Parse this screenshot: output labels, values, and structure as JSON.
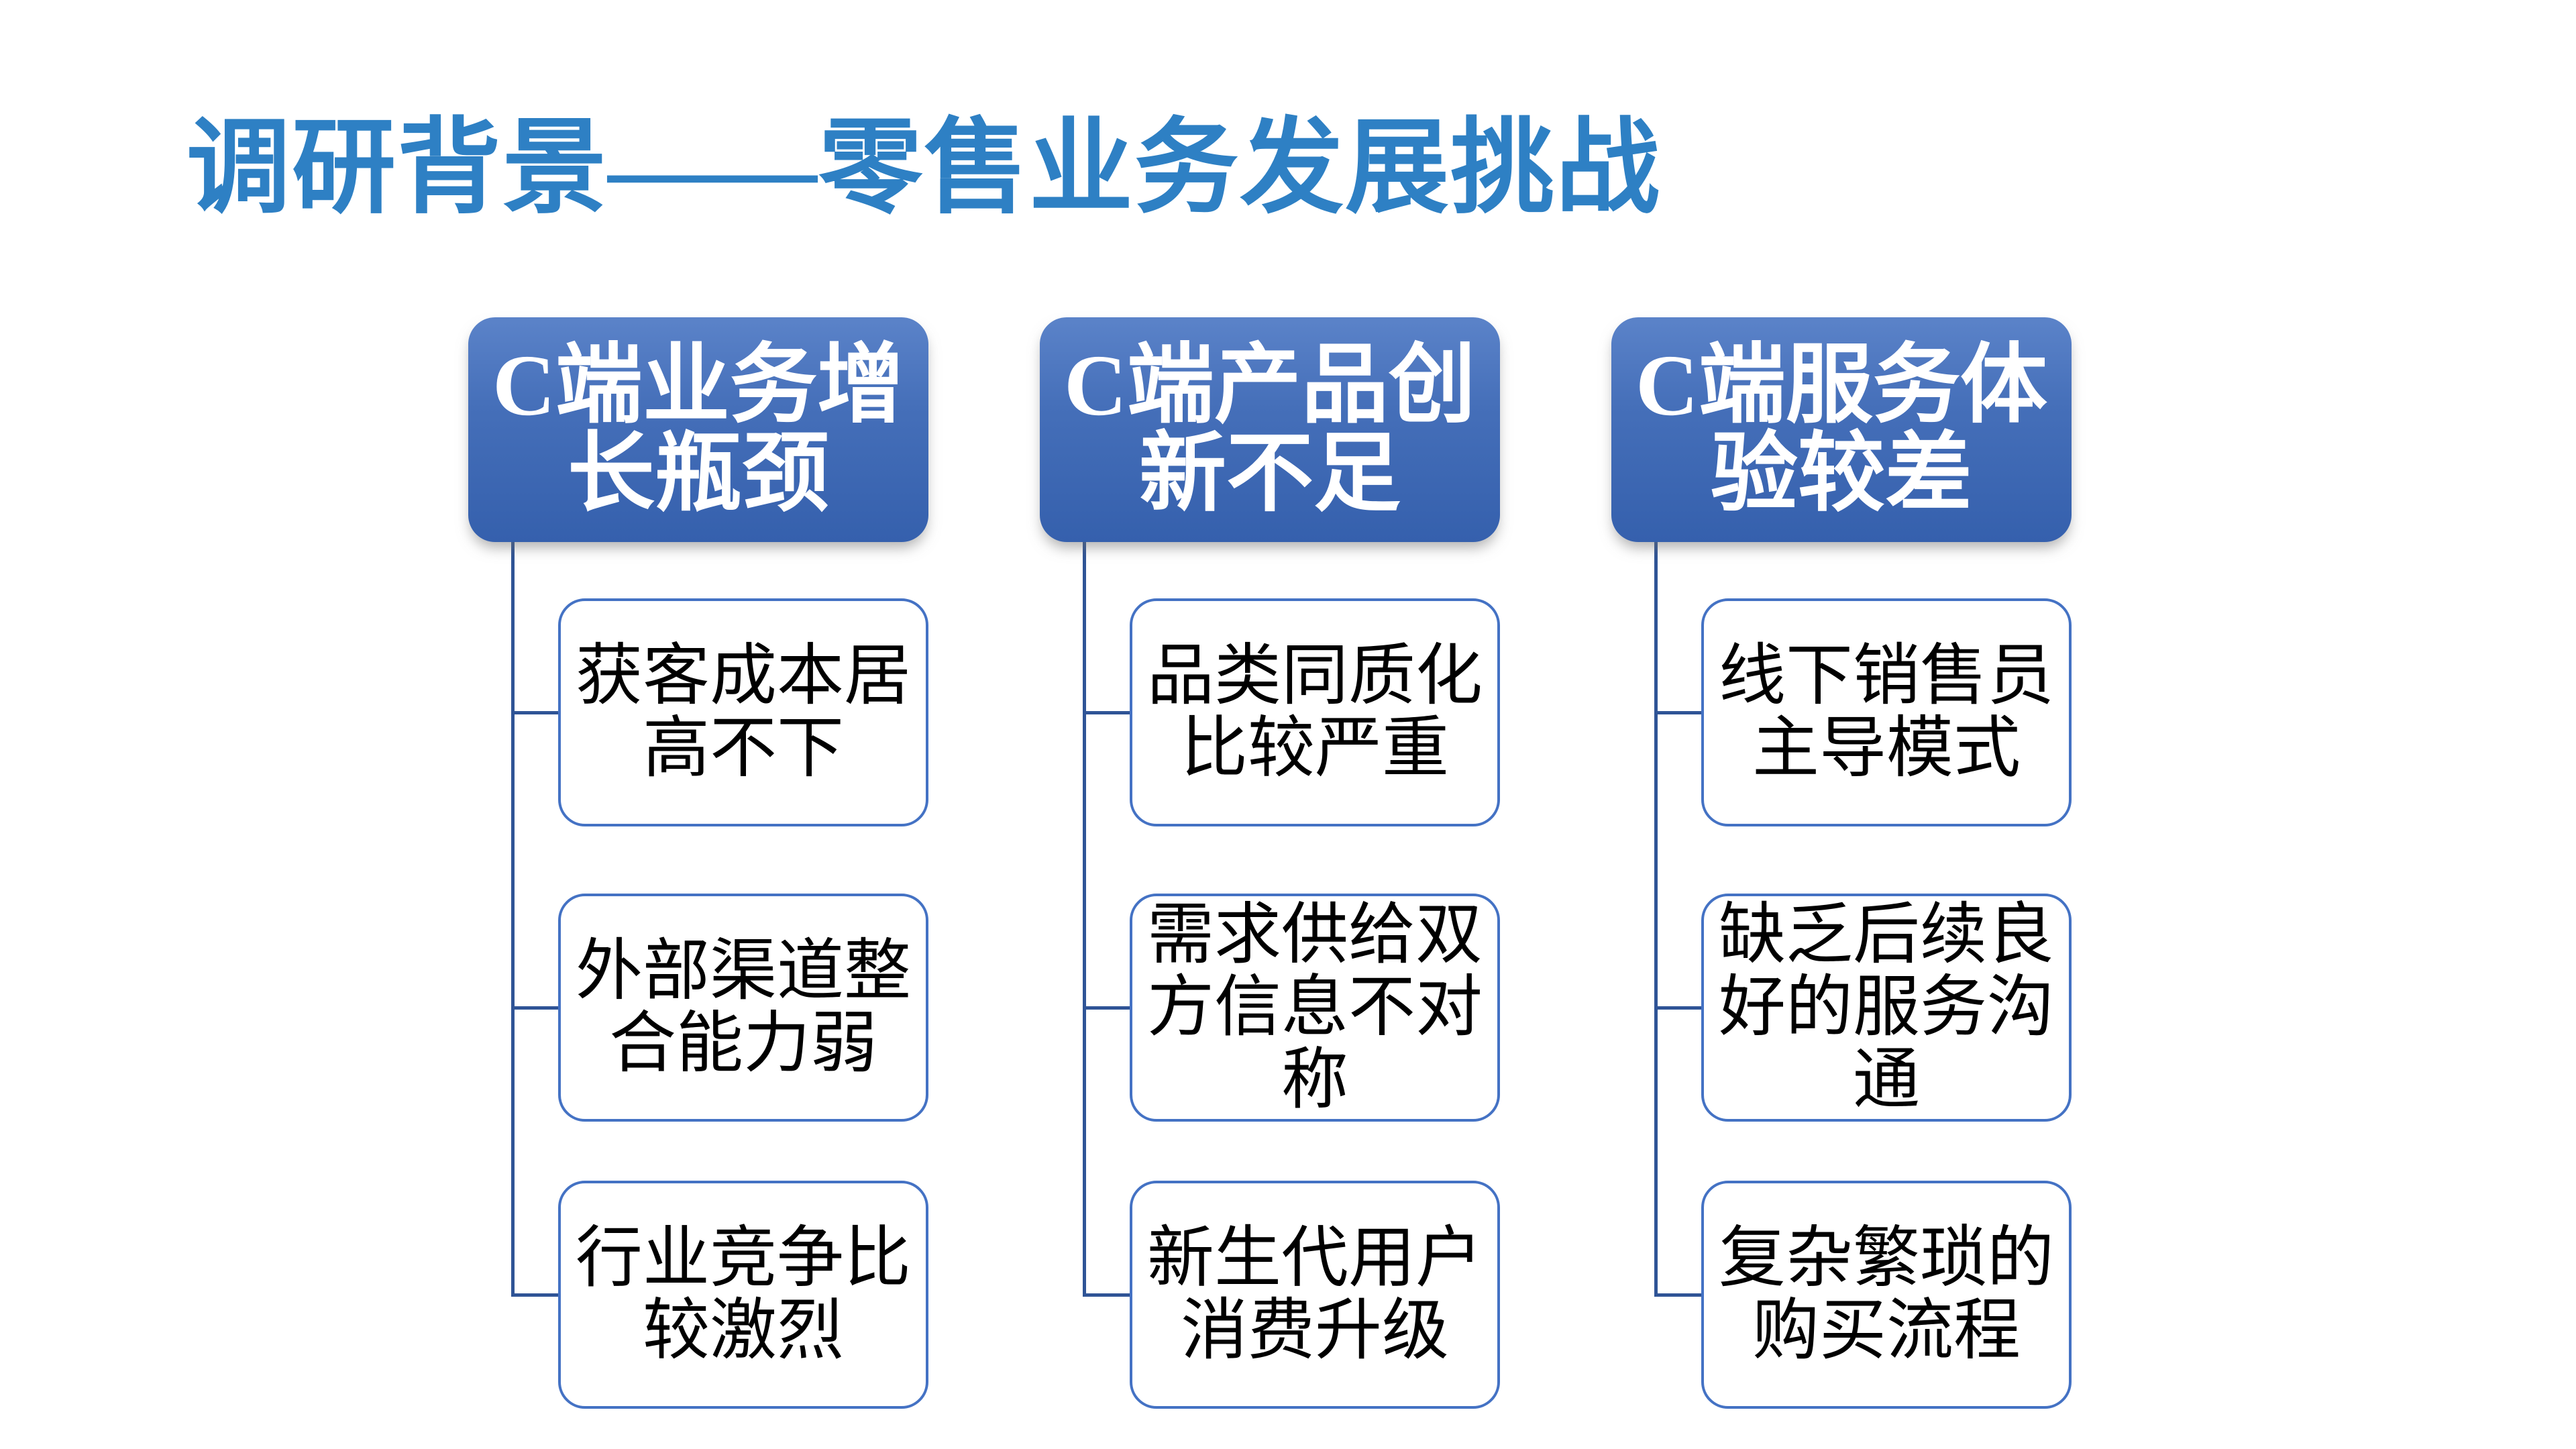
{
  "title": "调研背景——零售业务发展挑战",
  "columns": [
    {
      "header": "C端业务增\n长瓶颈",
      "items": [
        "获客成本居\n高不下",
        "外部渠道整\n合能力弱",
        "行业竞争比\n较激烈"
      ]
    },
    {
      "header": "C端产品创\n新不足",
      "items": [
        "品类同质化\n比较严重",
        "需求供给双\n方信息不对\n称",
        "新生代用户\n消费升级"
      ]
    },
    {
      "header": "C端服务体\n验较差",
      "items": [
        "线下销售员\n主导模式",
        "缺乏后续良\n好的服务沟\n通",
        "复杂繁琐的\n购买流程"
      ]
    }
  ],
  "colors": {
    "background": "#FFFFFF",
    "title_text": "#2E80C4",
    "header_gradient_top": "#5B83C9",
    "header_gradient_bottom": "#3560AD",
    "header_text": "#FFFFFF",
    "child_border": "#4472C4",
    "child_fill": "#FFFFFF",
    "child_text": "#000000",
    "connector": "#2F5496"
  }
}
